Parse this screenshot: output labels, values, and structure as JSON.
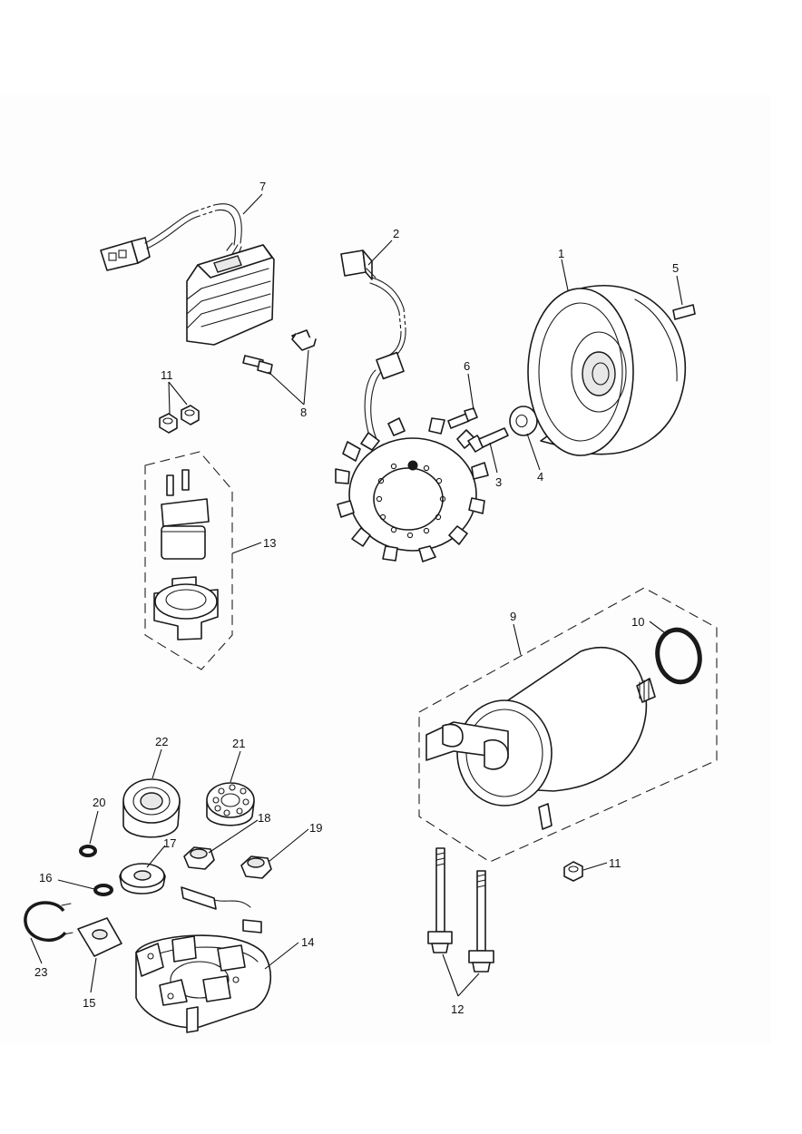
{
  "callouts": {
    "c1": "1",
    "c2": "2",
    "c3": "3",
    "c4": "4",
    "c5": "5",
    "c6": "6",
    "c7": "7",
    "c8": "8",
    "c9": "9",
    "c10": "10",
    "c11a": "11",
    "c11b": "11",
    "c12": "12",
    "c13": "13",
    "c14": "14",
    "c15": "15",
    "c16": "16",
    "c17": "17",
    "c18": "18",
    "c19": "19",
    "c20": "20",
    "c21": "21",
    "c22": "22",
    "c23": "23"
  }
}
